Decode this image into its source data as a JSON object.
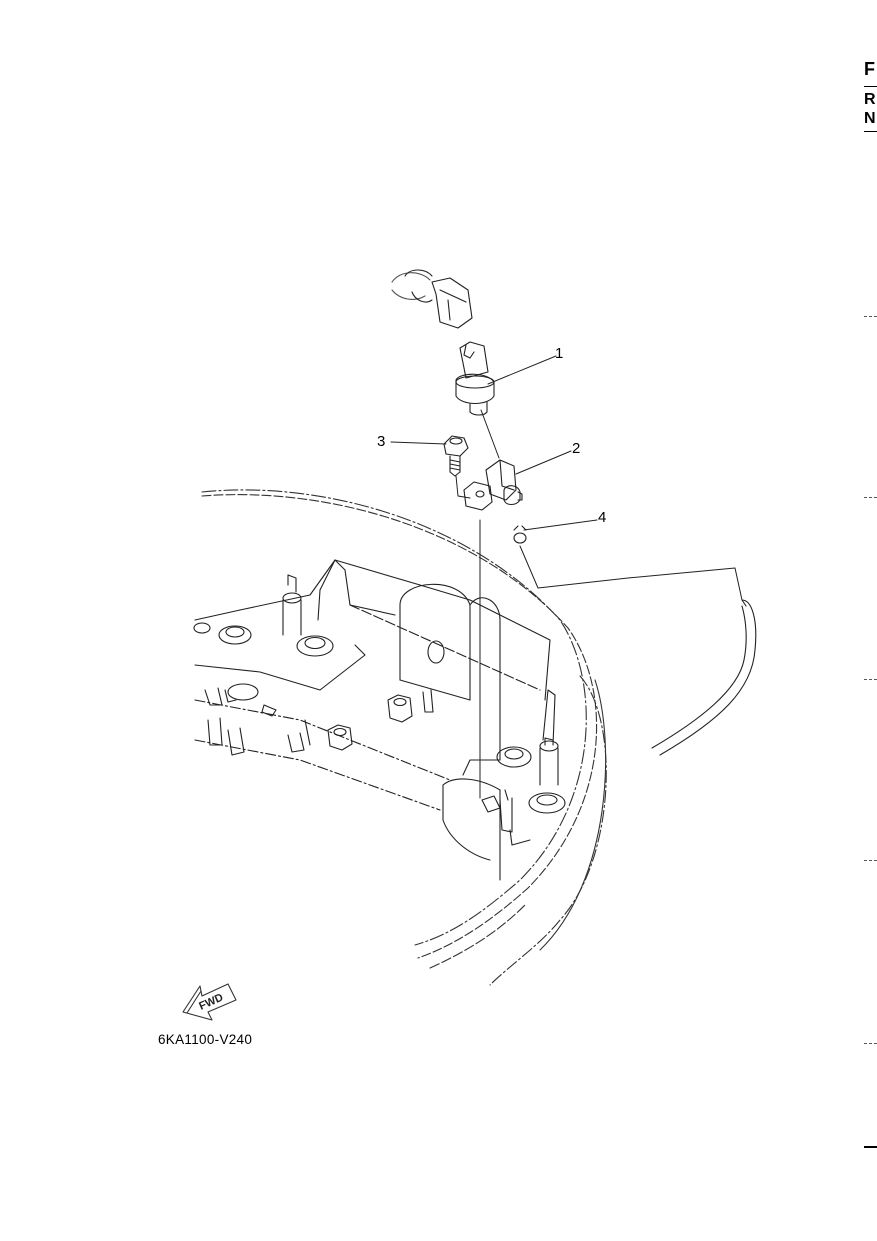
{
  "callouts": [
    {
      "id": "1",
      "label": "1"
    },
    {
      "id": "2",
      "label": "2"
    },
    {
      "id": "3",
      "label": "3"
    },
    {
      "id": "4",
      "label": "4"
    }
  ],
  "diagram_code": "6KA1100-V240",
  "fwd_label": "FWD",
  "edge_letters": [
    "F",
    "R",
    "N"
  ]
}
